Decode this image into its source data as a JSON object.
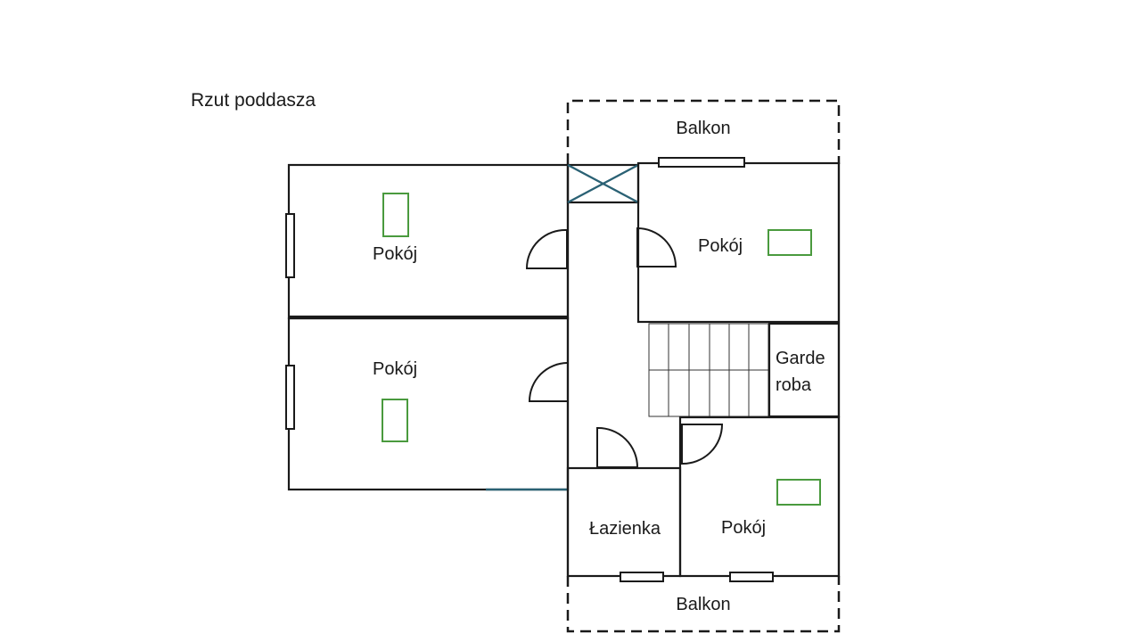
{
  "title": "Rzut poddasza",
  "rooms": {
    "room_top_left": "Pokój",
    "room_bottom_left": "Pokój",
    "room_top_right": "Pokój",
    "room_bottom_right": "Pokój",
    "wardrobe_line1": "Garde",
    "wardrobe_line2": "roba",
    "bathroom": "Łazienka",
    "balcony_top": "Balkon",
    "balcony_bottom": "Balkon"
  },
  "colors": {
    "walls": "#1a1a1a",
    "furniture": "#4a9a3e",
    "accent": "#2a6174"
  }
}
